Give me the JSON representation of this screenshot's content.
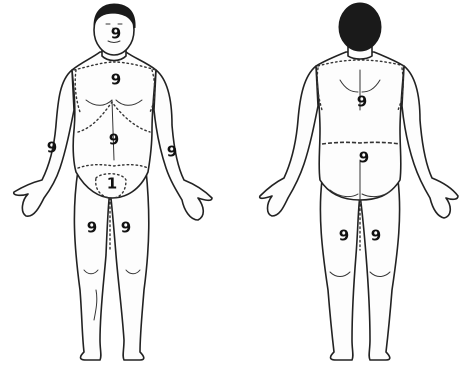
{
  "front": {
    "head": "9",
    "chest": "9",
    "abdomen": "9",
    "right_arm": "9",
    "left_arm": "9",
    "perineum": "1",
    "right_leg": "9",
    "left_leg": "9"
  },
  "back": {
    "upper_back": "9",
    "lower_back": "9",
    "right_leg": "9",
    "left_leg": "9"
  }
}
